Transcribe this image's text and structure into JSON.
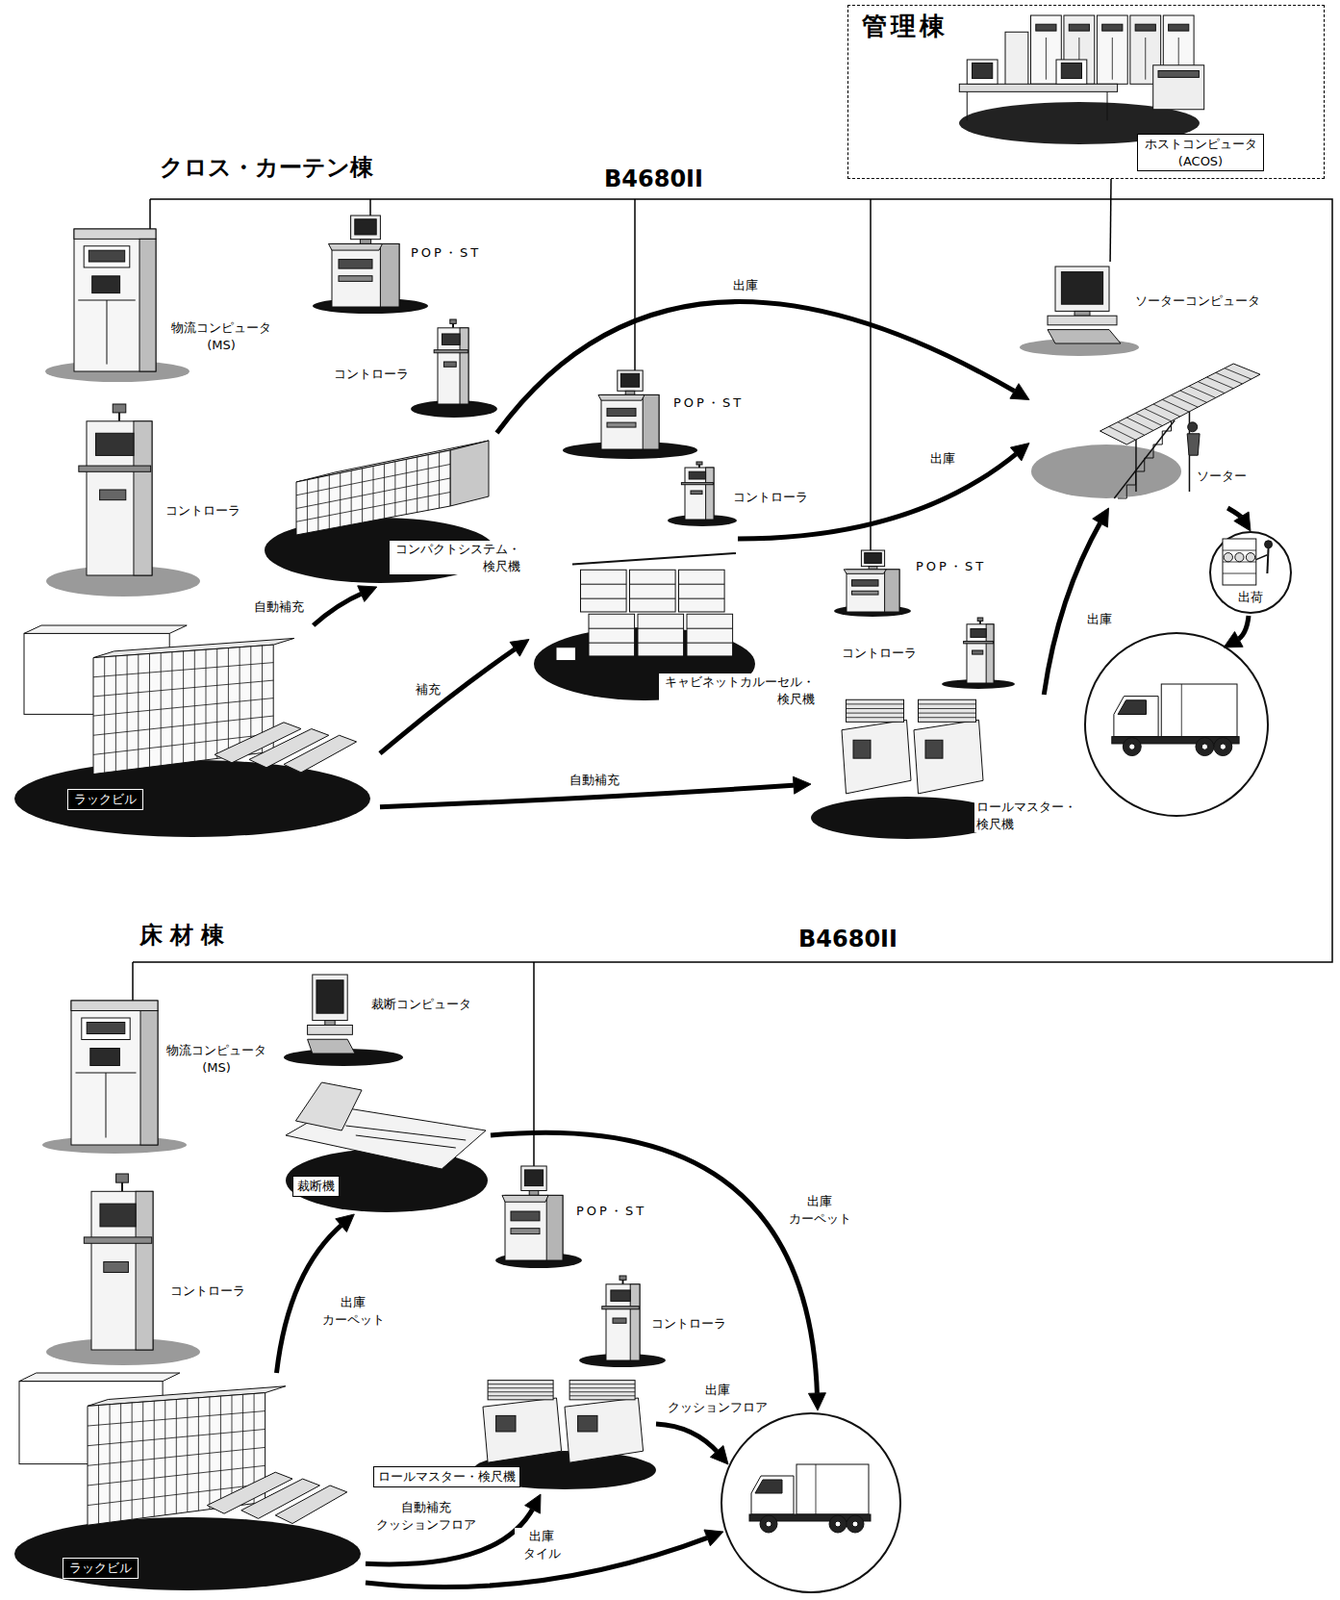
{
  "diagram": {
    "nodes": [
      {
        "text": [
          "管理棟"
        ]
      },
      {
        "text": [
          "ホストコンピュータ (ACOS)"
        ],
        "in": 0
      },
      {
        "text": [
          "物流コンピュータ (MS)"
        ]
      },
      {
        "text": [
          "POP・ST"
        ]
      },
      {
        "text": [
          "コントローラ"
        ]
      },
      {
        "text": [
          "コントローラ"
        ]
      },
      {
        "text": [
          "コンパクトシステム・検尺機"
        ]
      },
      {
        "text": [
          "ラックビル"
        ]
      },
      {
        "text": [
          "POP・ST"
        ]
      },
      {
        "text": [
          "コントローラ"
        ]
      },
      {
        "text": [
          "キャビネットカルーセル・検尺機"
        ]
      },
      {
        "text": [
          "ソーターコンピュータ"
        ]
      },
      {
        "text": [
          "ソーター"
        ]
      },
      {
        "text": [
          "POP・ST"
        ]
      },
      {
        "text": [
          "コントローラ"
        ]
      },
      {
        "text": [
          "ロールマスター・検尺機"
        ]
      },
      {
        "text": [
          "出荷"
        ]
      },
      {
        "text": [
          "物流コンピュータ (MS)"
        ]
      },
      {
        "text": [
          "裁断コンピュータ"
        ]
      },
      {
        "text": [
          "コントローラ"
        ]
      },
      {
        "text": [
          "裁断機"
        ]
      },
      {
        "text": [
          "POP・ST"
        ]
      },
      {
        "text": [
          "コントローラ"
        ]
      },
      {
        "text": [
          "ロールマスター・検尺機"
        ]
      },
      {
        "text": [
          "ラックビル"
        ]
      }
    ],
    "edges": [
      {
        "from": 7,
        "to": 6,
        "label": "自動補充",
        "arrow": "to"
      },
      {
        "from": 7,
        "to": 10,
        "label": "補充",
        "arrow": "to"
      },
      {
        "from": 7,
        "to": 15,
        "label": "自動補充",
        "arrow": "to"
      },
      {
        "from": 6,
        "to": 12,
        "label": "出庫",
        "arrow": "to"
      },
      {
        "from": 10,
        "to": 12,
        "label": "出庫",
        "arrow": "to"
      },
      {
        "from": 15,
        "to": 12,
        "label": "出庫",
        "arrow": "to"
      },
      {
        "from": 12,
        "to": 16,
        "arrow": "to"
      },
      {
        "from": 1,
        "to": 11,
        "arrow": "none"
      },
      {
        "from": 24,
        "to": 20,
        "label": "出庫 カーペット",
        "arrow": "to"
      },
      {
        "from": 24,
        "to": 23,
        "label": "自動補充 クッションフロア",
        "arrow": "to"
      }
    ],
    "labels": [
      "クロス・カーテン棟",
      "B4680II",
      "床材棟",
      "B4680II",
      "出庫 カーペット",
      "出庫 クッションフロア",
      "出庫 タイル"
    ]
  }
}
